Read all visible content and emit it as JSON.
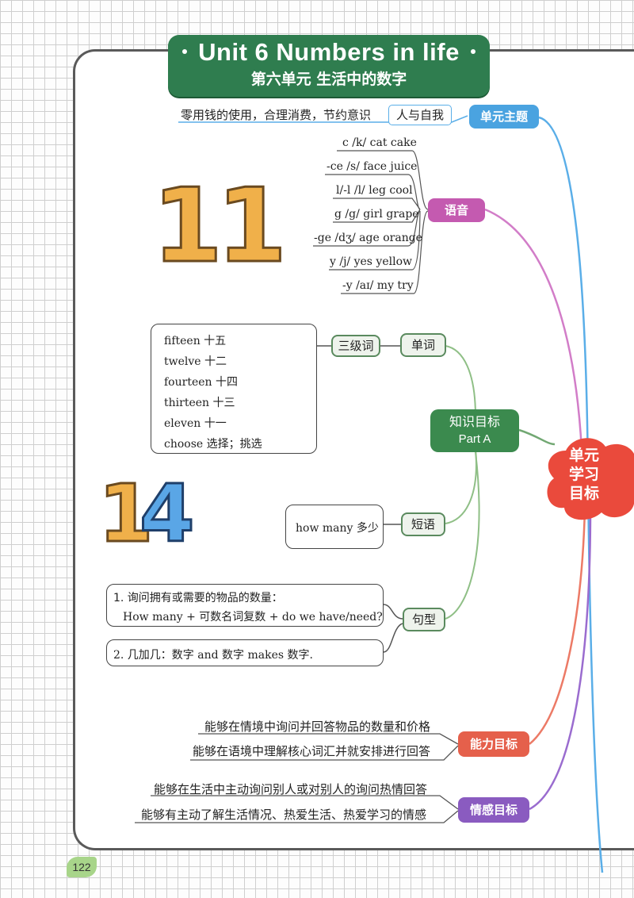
{
  "header": {
    "title": "Unit 6  Numbers in life",
    "subtitle": "第六单元   生活中的数字"
  },
  "theme": {
    "text": "零用钱的使用，合理消费，节约意识",
    "tag": "人与自我",
    "label": "单元主题"
  },
  "phonics": {
    "label": "语音",
    "items": [
      "c /k/ cat cake",
      "-ce /s/ face juice",
      "l/-l /l/ leg cool",
      "g /g/ girl grape",
      "-ge /dʒ/ age orange",
      "y /j/ yes yellow",
      "-y /aɪ/ my try"
    ]
  },
  "words": {
    "label": "单词",
    "level": "三级词",
    "items": [
      "fifteen 十五",
      "twelve 十二",
      "fourteen 十四",
      "thirteen 十三",
      "eleven 十一",
      "choose 选择；挑选"
    ]
  },
  "knowledge": {
    "label": "知识目标",
    "sub": "Part A"
  },
  "phrases": {
    "label": "短语",
    "item": "how many 多少"
  },
  "sentences": {
    "label": "句型",
    "s1_line1": "1. 询问拥有或需要的物品的数量：",
    "s1_line2": "How many + 可数名词复数 + do we have/need?",
    "s2": "2. 几加几：数字 and 数字 makes 数字."
  },
  "center": {
    "line1": "单元",
    "line2": "学习",
    "line3": "目标"
  },
  "ability": {
    "label": "能力目标",
    "items": [
      "能够在情境中询问并回答物品的数量和价格",
      "能够在语境中理解核心词汇并就安排进行回答"
    ]
  },
  "emotion": {
    "label": "情感目标",
    "items": [
      "能够在生活中主动询问别人或对别人的询问热情回答",
      "能够有主动了解生活情况、热爱生活、热爱学习的情感"
    ]
  },
  "page_number": "122",
  "illustrations": {
    "num1": "11",
    "num2": "1",
    "num3": "4"
  },
  "colors": {
    "banner": "#2f7d4f",
    "theme_blue": "#4aa3e0",
    "phonics_pink": "#c45ab0",
    "center_red": "#ea4a3c",
    "ability_orange": "#e5604b",
    "emotion_purple": "#8a5bc0",
    "knowledge_green": "#3b8a4e"
  }
}
